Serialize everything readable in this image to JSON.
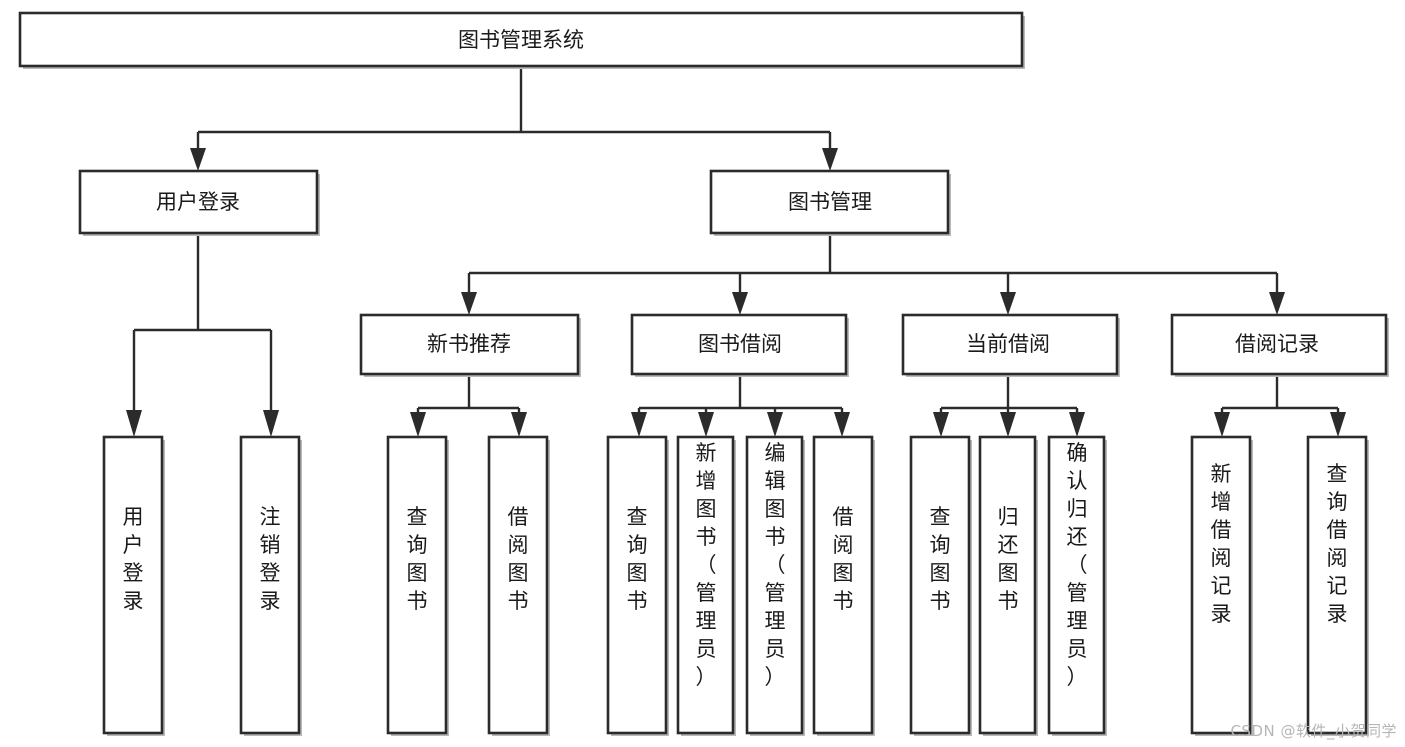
{
  "diagram": {
    "title": "图书管理系统",
    "type": "tree-hierarchy",
    "watermark": "CSDN @软件_小贺同学",
    "colors": {
      "box_stroke": "#2b2b2b",
      "box_fill": "#ffffff",
      "connector": "#2b2b2b",
      "text": "#1a1a1a",
      "watermark": "#b6b6b6",
      "background": "#ffffff"
    },
    "root": {
      "id": "root",
      "label": "图书管理系统",
      "orientation": "horizontal"
    },
    "level2": [
      {
        "id": "user-login",
        "label": "用户登录",
        "orientation": "horizontal"
      },
      {
        "id": "book-manage",
        "label": "图书管理",
        "orientation": "horizontal"
      }
    ],
    "level3": [
      {
        "id": "new-book-recommend",
        "label": "新书推荐",
        "orientation": "horizontal",
        "parent": "book-manage"
      },
      {
        "id": "book-borrow",
        "label": "图书借阅",
        "orientation": "horizontal",
        "parent": "book-manage"
      },
      {
        "id": "current-borrow",
        "label": "当前借阅",
        "orientation": "horizontal",
        "parent": "book-manage"
      },
      {
        "id": "borrow-record",
        "label": "借阅记录",
        "orientation": "horizontal",
        "parent": "book-manage"
      }
    ],
    "leaves": [
      {
        "id": "leaf-user-login",
        "label": "用户登录",
        "parent": "user-login",
        "orientation": "vertical"
      },
      {
        "id": "leaf-logout",
        "label": "注销登录",
        "parent": "user-login",
        "orientation": "vertical"
      },
      {
        "id": "leaf-query-book-1",
        "label": "查询图书",
        "parent": "new-book-recommend",
        "orientation": "vertical"
      },
      {
        "id": "leaf-borrow-book-1",
        "label": "借阅图书",
        "parent": "new-book-recommend",
        "orientation": "vertical"
      },
      {
        "id": "leaf-query-book-2",
        "label": "查询图书",
        "parent": "book-borrow",
        "orientation": "vertical"
      },
      {
        "id": "leaf-add-book",
        "label": "新增图书（管理员）",
        "parent": "book-borrow",
        "orientation": "vertical"
      },
      {
        "id": "leaf-edit-book",
        "label": "编辑图书（管理员）",
        "parent": "book-borrow",
        "orientation": "vertical"
      },
      {
        "id": "leaf-borrow-book-2",
        "label": "借阅图书",
        "parent": "book-borrow",
        "orientation": "vertical"
      },
      {
        "id": "leaf-query-book-3",
        "label": "查询图书",
        "parent": "current-borrow",
        "orientation": "vertical"
      },
      {
        "id": "leaf-return-book",
        "label": "归还图书",
        "parent": "current-borrow",
        "orientation": "vertical"
      },
      {
        "id": "leaf-confirm-return",
        "label": "确认归还（管理员）",
        "parent": "current-borrow",
        "orientation": "vertical"
      },
      {
        "id": "leaf-add-record",
        "label": "新增借阅记录",
        "parent": "borrow-record",
        "orientation": "vertical"
      },
      {
        "id": "leaf-query-record",
        "label": "查询借阅记录",
        "parent": "borrow-record",
        "orientation": "vertical"
      }
    ]
  }
}
